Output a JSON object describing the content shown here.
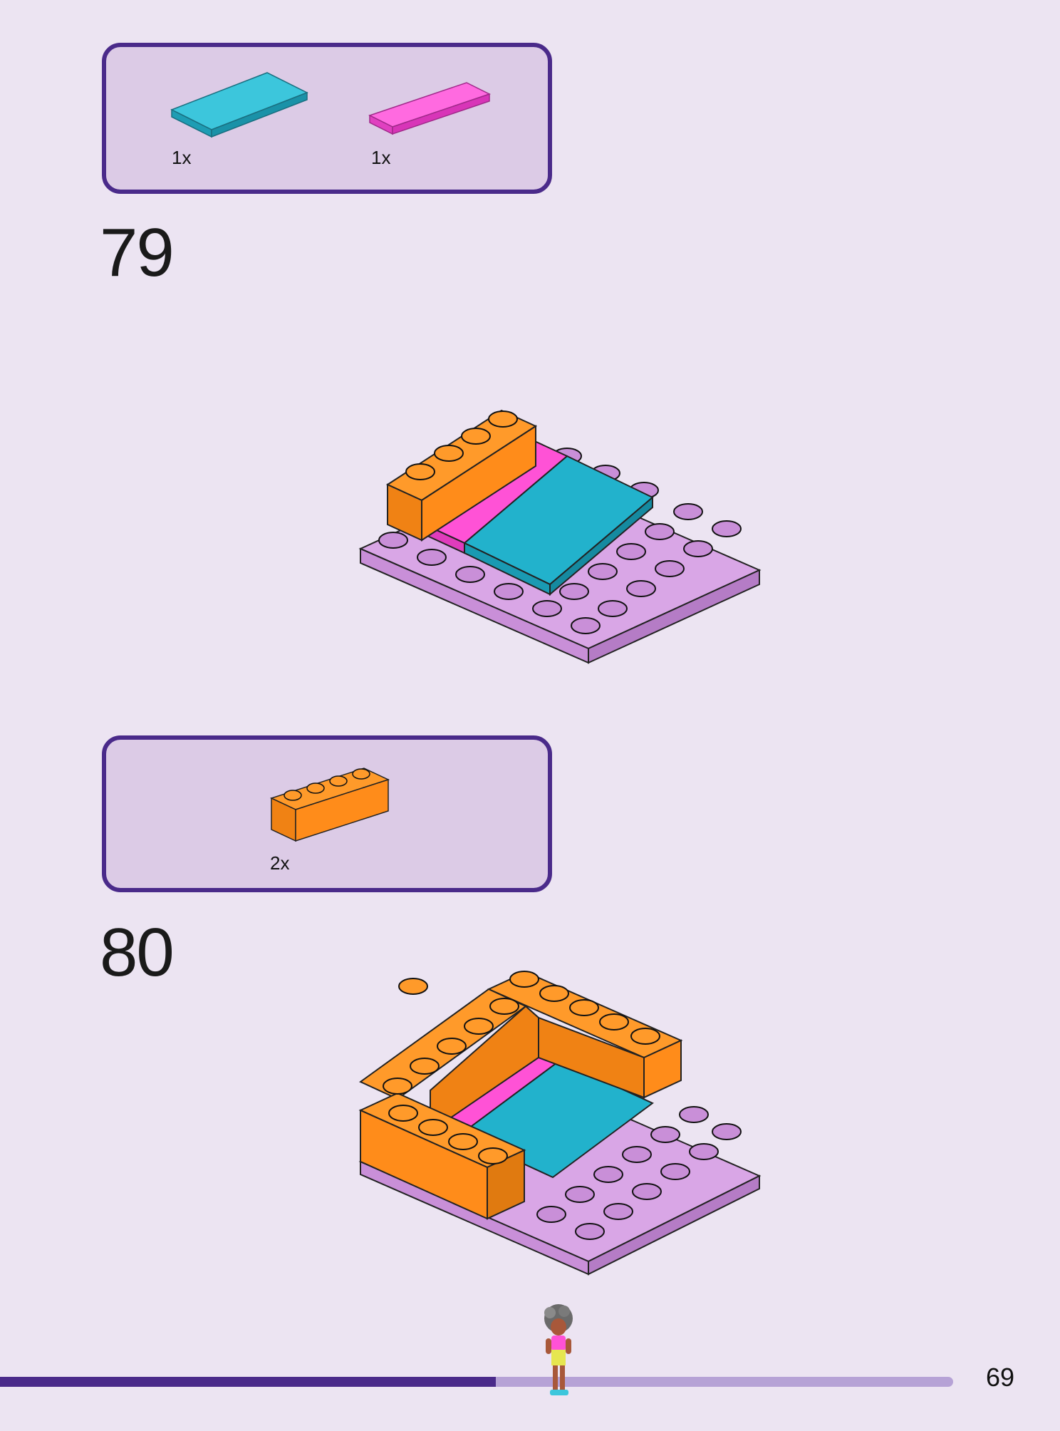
{
  "step79": {
    "number": "79",
    "parts": [
      {
        "name": "azure-tile",
        "color": "#22b2cc",
        "qty": "1x"
      },
      {
        "name": "pink-tile",
        "color": "#ff52d6",
        "qty": "1x"
      }
    ]
  },
  "step80": {
    "number": "80",
    "parts": [
      {
        "name": "orange-brick-1x4",
        "color": "#ff8c1a",
        "qty": "2x"
      }
    ]
  },
  "footer": {
    "page_number": "69",
    "progress": 0.52
  },
  "colors": {
    "background": "#ece4f2",
    "parts_box_fill": "#dccbe6",
    "parts_box_border": "#4a2a8a",
    "lavender_plate": "#d9a6e6",
    "orange": "#ff8c1a",
    "azure": "#22b2cc",
    "pink": "#ff52d6"
  }
}
